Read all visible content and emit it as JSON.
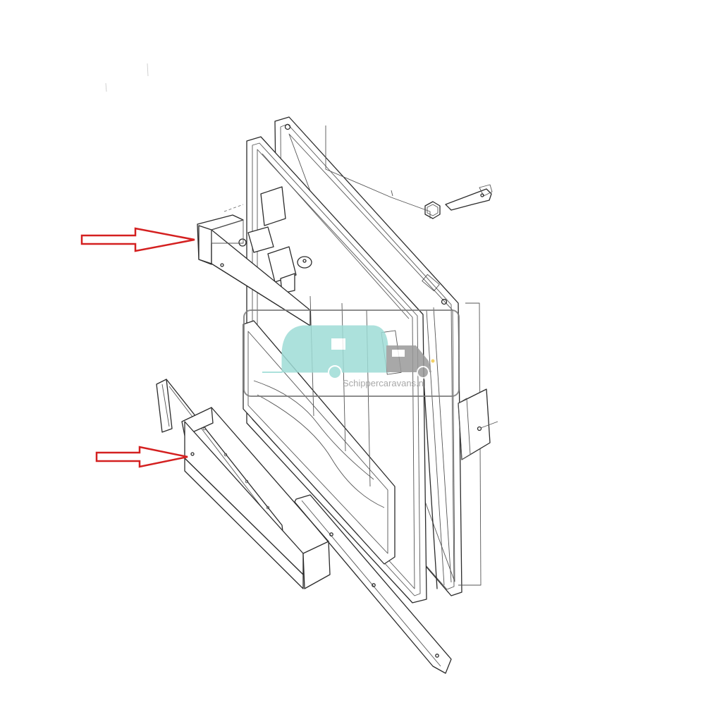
{
  "watermark": {
    "text": "Schippercaravans.nl",
    "colors": {
      "van": "#9edcd6",
      "frame": "#7a7a7a"
    }
  },
  "callouts": {
    "arrow_color": "#d42020",
    "items": [
      {
        "target": "upper-door-shelf"
      },
      {
        "target": "lower-door-shelf"
      }
    ]
  }
}
